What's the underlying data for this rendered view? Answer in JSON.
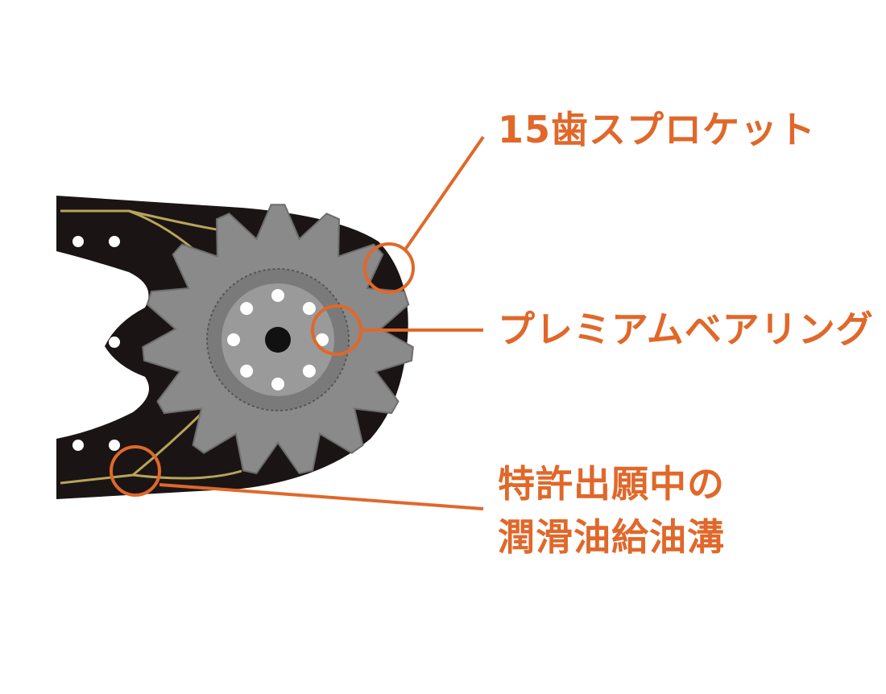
{
  "colors": {
    "accent": "#e0682a",
    "bar": "#1a1514",
    "sprocket": "#8a8a8a",
    "groove": "#b8a45a"
  },
  "sprocket": {
    "teeth": 15,
    "bearing_holes": 8
  },
  "labels": {
    "sprocket": "15歯スプロケット",
    "bearing": "プレミアムベアリング",
    "groove_line1": "特許出願中の",
    "groove_line2": "潤滑油給油溝"
  }
}
